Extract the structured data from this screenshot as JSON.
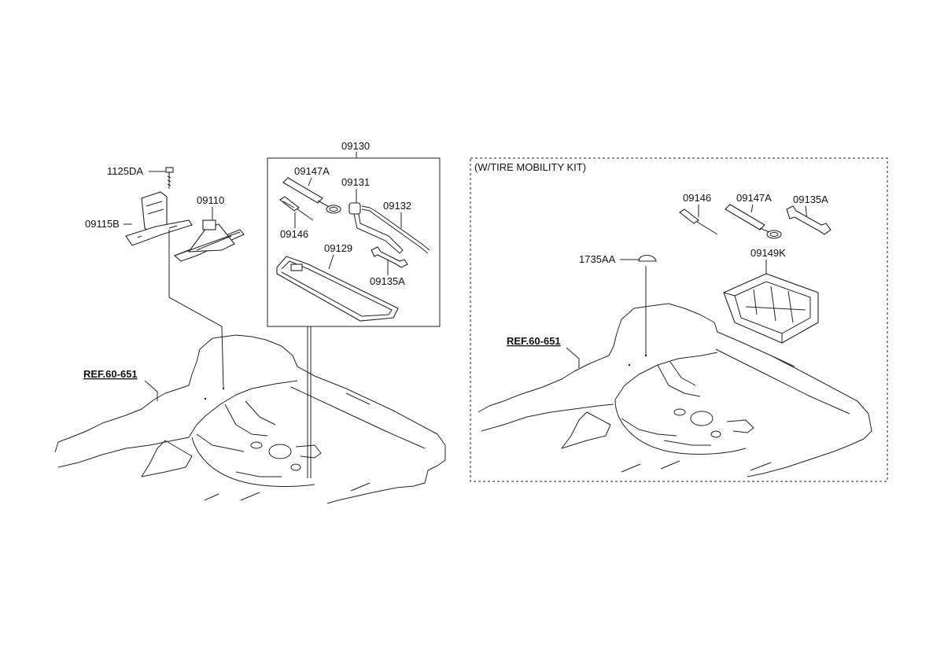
{
  "left_panel": {
    "kit_label": "09130",
    "labels": {
      "bolt": "1125DA",
      "bracket": "09115B",
      "jack": "09110",
      "handle": "09147A",
      "wrench_extension": "09131",
      "rod": "09132",
      "screwdriver": "09146",
      "tool_bag": "09129",
      "spanner": "09135A"
    },
    "ref_label": "REF.60-651"
  },
  "right_panel": {
    "title": "(W/TIRE MOBILITY KIT)",
    "labels": {
      "screwdriver": "09146",
      "handle": "09147A",
      "spanner": "09135A",
      "plug": "1735AA",
      "tray": "09149K"
    },
    "ref_label": "REF.60-651"
  }
}
